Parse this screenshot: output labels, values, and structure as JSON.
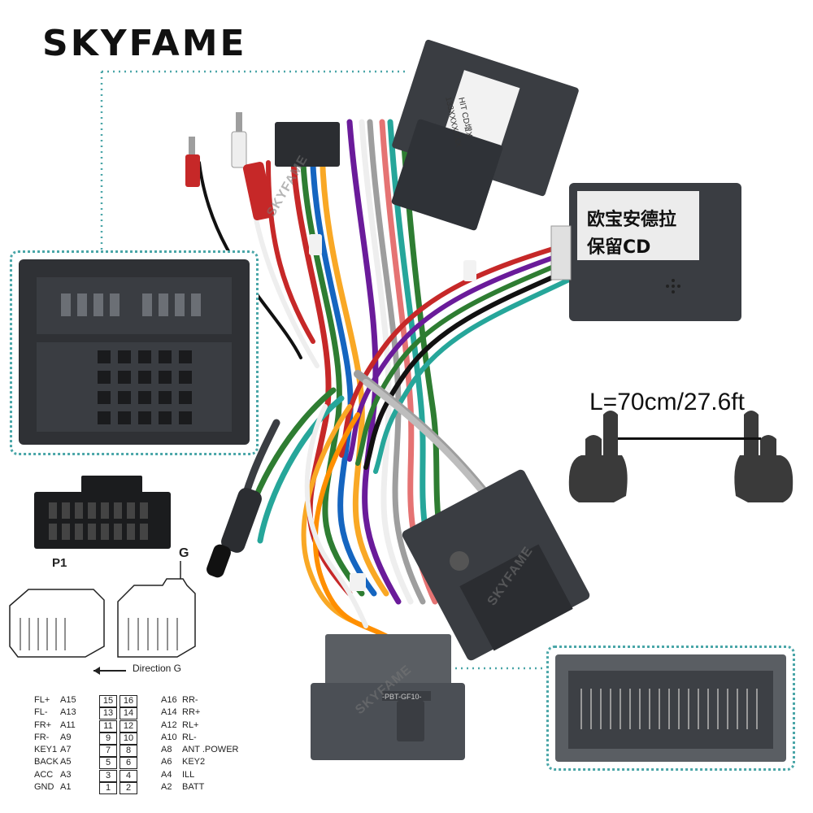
{
  "brand": {
    "logo_text": "SKYFAME"
  },
  "length_label": "L=70cm/27.6ft",
  "decoder_box": {
    "line1": "欧宝安德拉",
    "line2": "保留CD"
  },
  "top_box_label": {
    "line1": "133XXXXXXX",
    "line2": "HIT  CD增X"
  },
  "connector_labels": {
    "p1": "P1",
    "g": "G",
    "direction": "Direction G"
  },
  "bottom_connector_code": "-PBT-GF10-",
  "watermark": "SKYFAME",
  "pinout": [
    {
      "left_label": "FL+",
      "left_pin": "A15",
      "num_left": "15",
      "num_right": "16",
      "right_pin": "A16",
      "right_label": "RR-"
    },
    {
      "left_label": "FL-",
      "left_pin": "A13",
      "num_left": "13",
      "num_right": "14",
      "right_pin": "A14",
      "right_label": "RR+"
    },
    {
      "left_label": "FR+",
      "left_pin": "A11",
      "num_left": "11",
      "num_right": "12",
      "right_pin": "A12",
      "right_label": "RL+"
    },
    {
      "left_label": "FR-",
      "left_pin": "A9",
      "num_left": "9",
      "num_right": "10",
      "right_pin": "A10",
      "right_label": "RL-"
    },
    {
      "left_label": "KEY1",
      "left_pin": "A7",
      "num_left": "7",
      "num_right": "8",
      "right_pin": "A8",
      "right_label": "ANT .POWER"
    },
    {
      "left_label": "BACK",
      "left_pin": "A5",
      "num_left": "5",
      "num_right": "6",
      "right_pin": "A6",
      "right_label": "KEY2"
    },
    {
      "left_label": "ACC",
      "left_pin": "A3",
      "num_left": "3",
      "num_right": "4",
      "right_pin": "A4",
      "right_label": "ILL"
    },
    {
      "left_label": "GND",
      "left_pin": "A1",
      "num_left": "1",
      "num_right": "2",
      "right_pin": "A2",
      "right_label": "BATT"
    }
  ],
  "colors": {
    "accent_dotted": "#4aa6a8",
    "connector_dark": "#3a3d42",
    "connector_grey": "#5a5e63",
    "wire_colors": [
      "#c62828",
      "#2e7d32",
      "#1565c0",
      "#f9a825",
      "#6a1b9a",
      "#eeeeee",
      "#9e9e9e",
      "#e57373",
      "#111111",
      "#ff8f00",
      "#26a69a"
    ]
  }
}
